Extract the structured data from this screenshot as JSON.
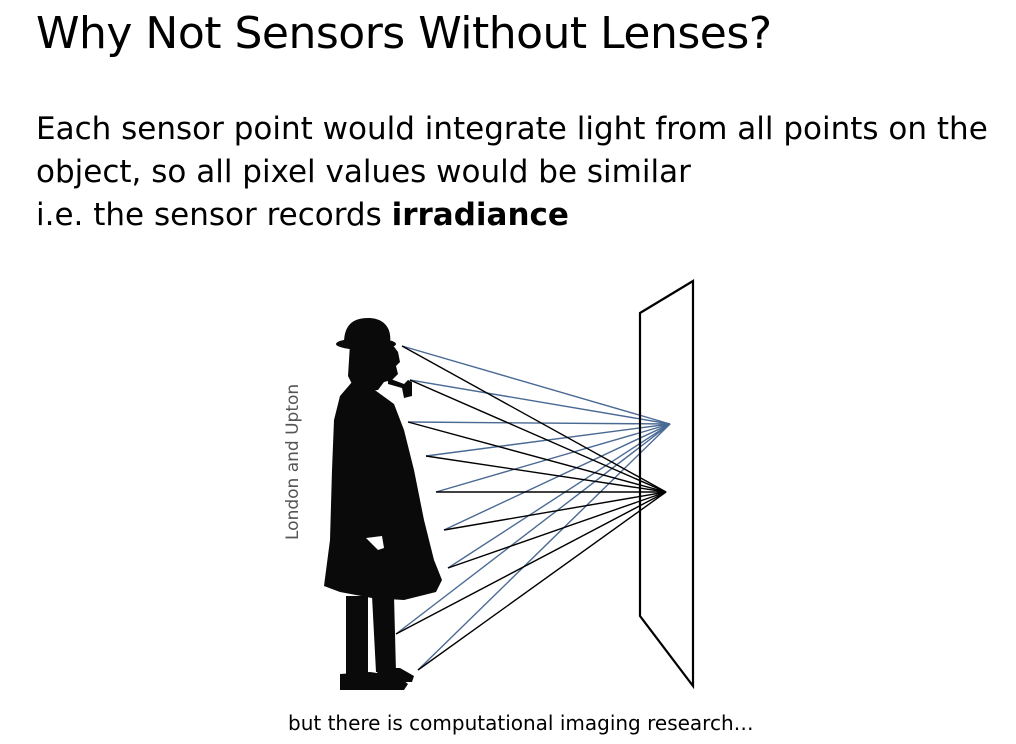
{
  "slide": {
    "title": "Why Not Sensors Without Lenses?",
    "body_line1": "Each sensor point would integrate light from all points on the",
    "body_line2": "object, so all pixel values would be similar",
    "body_line3_prefix": "i.e. the sensor records ",
    "body_line3_bold": "irradiance",
    "credit": "London and Upton",
    "caption": "but there is computational imaging research…"
  },
  "diagram": {
    "object_icon": "man-with-bowler-hat-silhouette-icon",
    "sensor_icon": "sensor-plane-icon",
    "ray_colors": {
      "to_upper_sensor_point": "#4a6a94",
      "to_lower_sensor_point": "#000000"
    }
  }
}
